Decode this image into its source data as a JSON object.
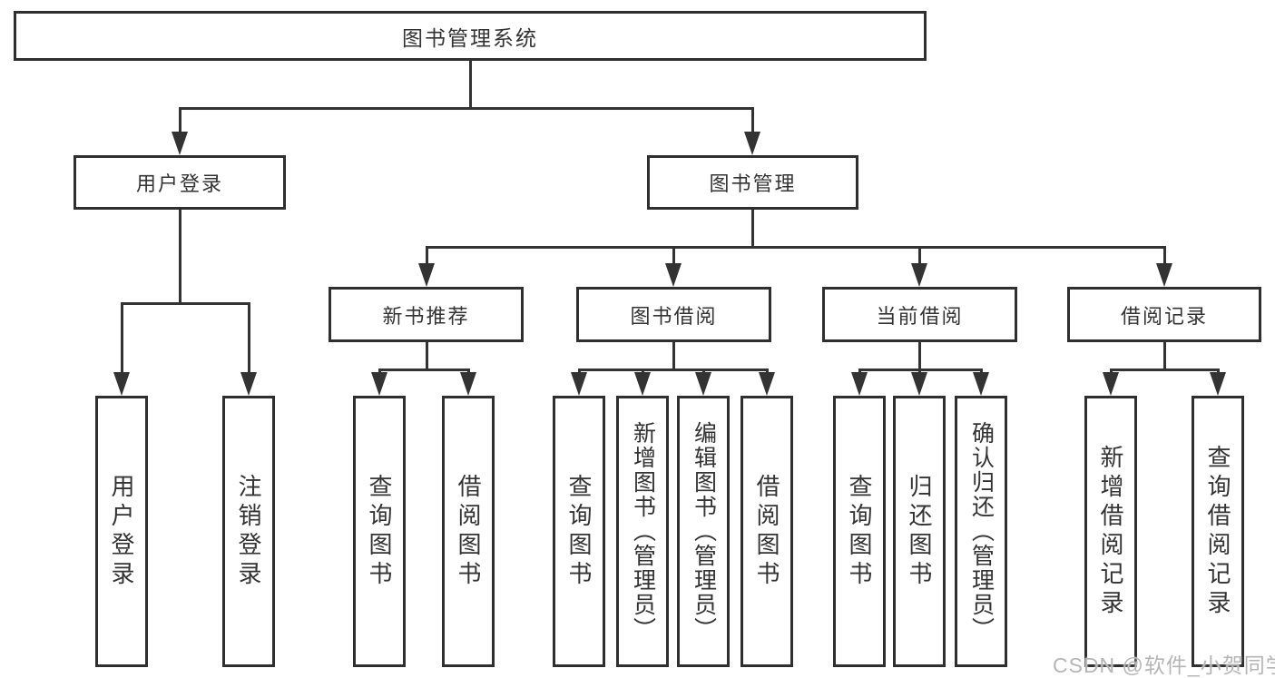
{
  "diagram": {
    "root": "图书管理系统",
    "branches": [
      {
        "label": "用户登录",
        "leaves": [
          "用户登录",
          "注销登录"
        ]
      },
      {
        "label": "图书管理",
        "children": [
          {
            "label": "新书推荐",
            "leaves": [
              "查询图书",
              "借阅图书"
            ]
          },
          {
            "label": "图书借阅",
            "leaves": [
              "查询图书",
              "新增图书（管理员）",
              "编辑图书（管理员）",
              "借阅图书"
            ]
          },
          {
            "label": "当前借阅",
            "leaves": [
              "查询图书",
              "归还图书",
              "确认归还（管理员）"
            ]
          },
          {
            "label": "借阅记录",
            "leaves": [
              "新增借阅记录",
              "查询借阅记录"
            ]
          }
        ]
      }
    ],
    "watermark": "CSDN @软件_小贺同学",
    "colors": {
      "line": "#333333",
      "box_border": "#2f2f2f",
      "box_fill": "#ffffff",
      "text": "#333333",
      "watermark": "#b5b5b5"
    }
  }
}
